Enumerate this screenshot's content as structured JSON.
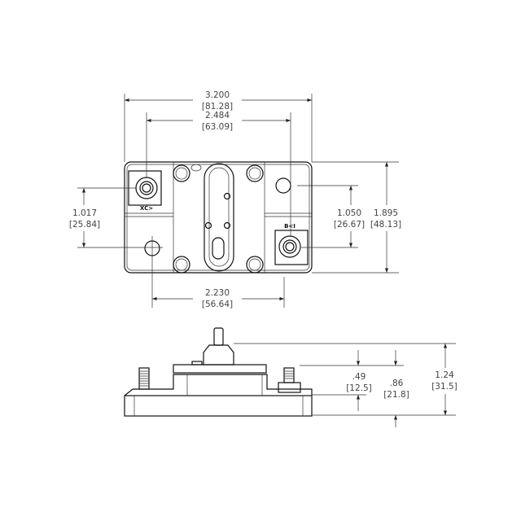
{
  "title": "Circuit breaker dimension drawing",
  "top_view": {
    "overall_width": {
      "in": "3.200",
      "mm": "[81.28]"
    },
    "stud_spacing": {
      "in": "2.484",
      "mm": "[63.09]"
    },
    "hole_spacing": {
      "in": "2.230",
      "mm": "[56.64]"
    },
    "left_offset": {
      "in": "1.017",
      "mm": "[25.84]"
    },
    "right_offset": {
      "in": "1.050",
      "mm": "[26.67]"
    },
    "overall_height": {
      "in": "1.895",
      "mm": "[48.13]"
    },
    "terminal_mark_left": "XC>",
    "terminal_mark_right": "B<I"
  },
  "side_view": {
    "toggle_height": {
      "in": ".49",
      "mm": "[12.5]"
    },
    "housing_height": {
      "in": ".86",
      "mm": "[21.8]"
    },
    "overall_height": {
      "in": "1.24",
      "mm": "[31.5]"
    }
  }
}
